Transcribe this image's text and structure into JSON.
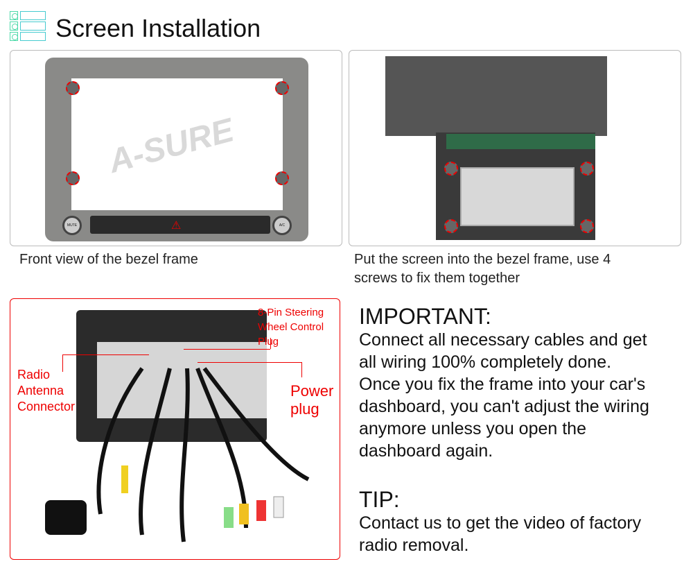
{
  "header": {
    "title": "Screen Installation",
    "icon": "list-icon"
  },
  "panels": {
    "front": {
      "caption": "Front view of the bezel frame",
      "watermark": "A-SURE",
      "buttons": [
        "MUTE",
        "A/C"
      ]
    },
    "back": {
      "caption_line1": "Put the screen into the bezel frame, use 4",
      "caption_line2": "screws to fix them together"
    },
    "wiring": {
      "label_steering": [
        "8-Pin Steering",
        "Wheel Control",
        "Plug"
      ],
      "label_antenna": [
        "Radio",
        "Antenna",
        "Connector"
      ],
      "label_power": [
        "Power",
        "plug"
      ]
    }
  },
  "important": {
    "heading": "IMPORTANT:",
    "lines": [
      "Connect all necessary cables and get",
      "all wiring 100% completely done.",
      "Once you fix the frame into your car's",
      "dashboard, you can't adjust the wiring",
      "anymore unless you open the",
      "dashboard again."
    ]
  },
  "tip": {
    "heading": "TIP:",
    "lines": [
      "Contact us to get the video of factory",
      "radio removal."
    ]
  },
  "colors": {
    "accent": "#4bd9a8",
    "label_red": "#e00000",
    "panel_border_red": "#e00000"
  }
}
